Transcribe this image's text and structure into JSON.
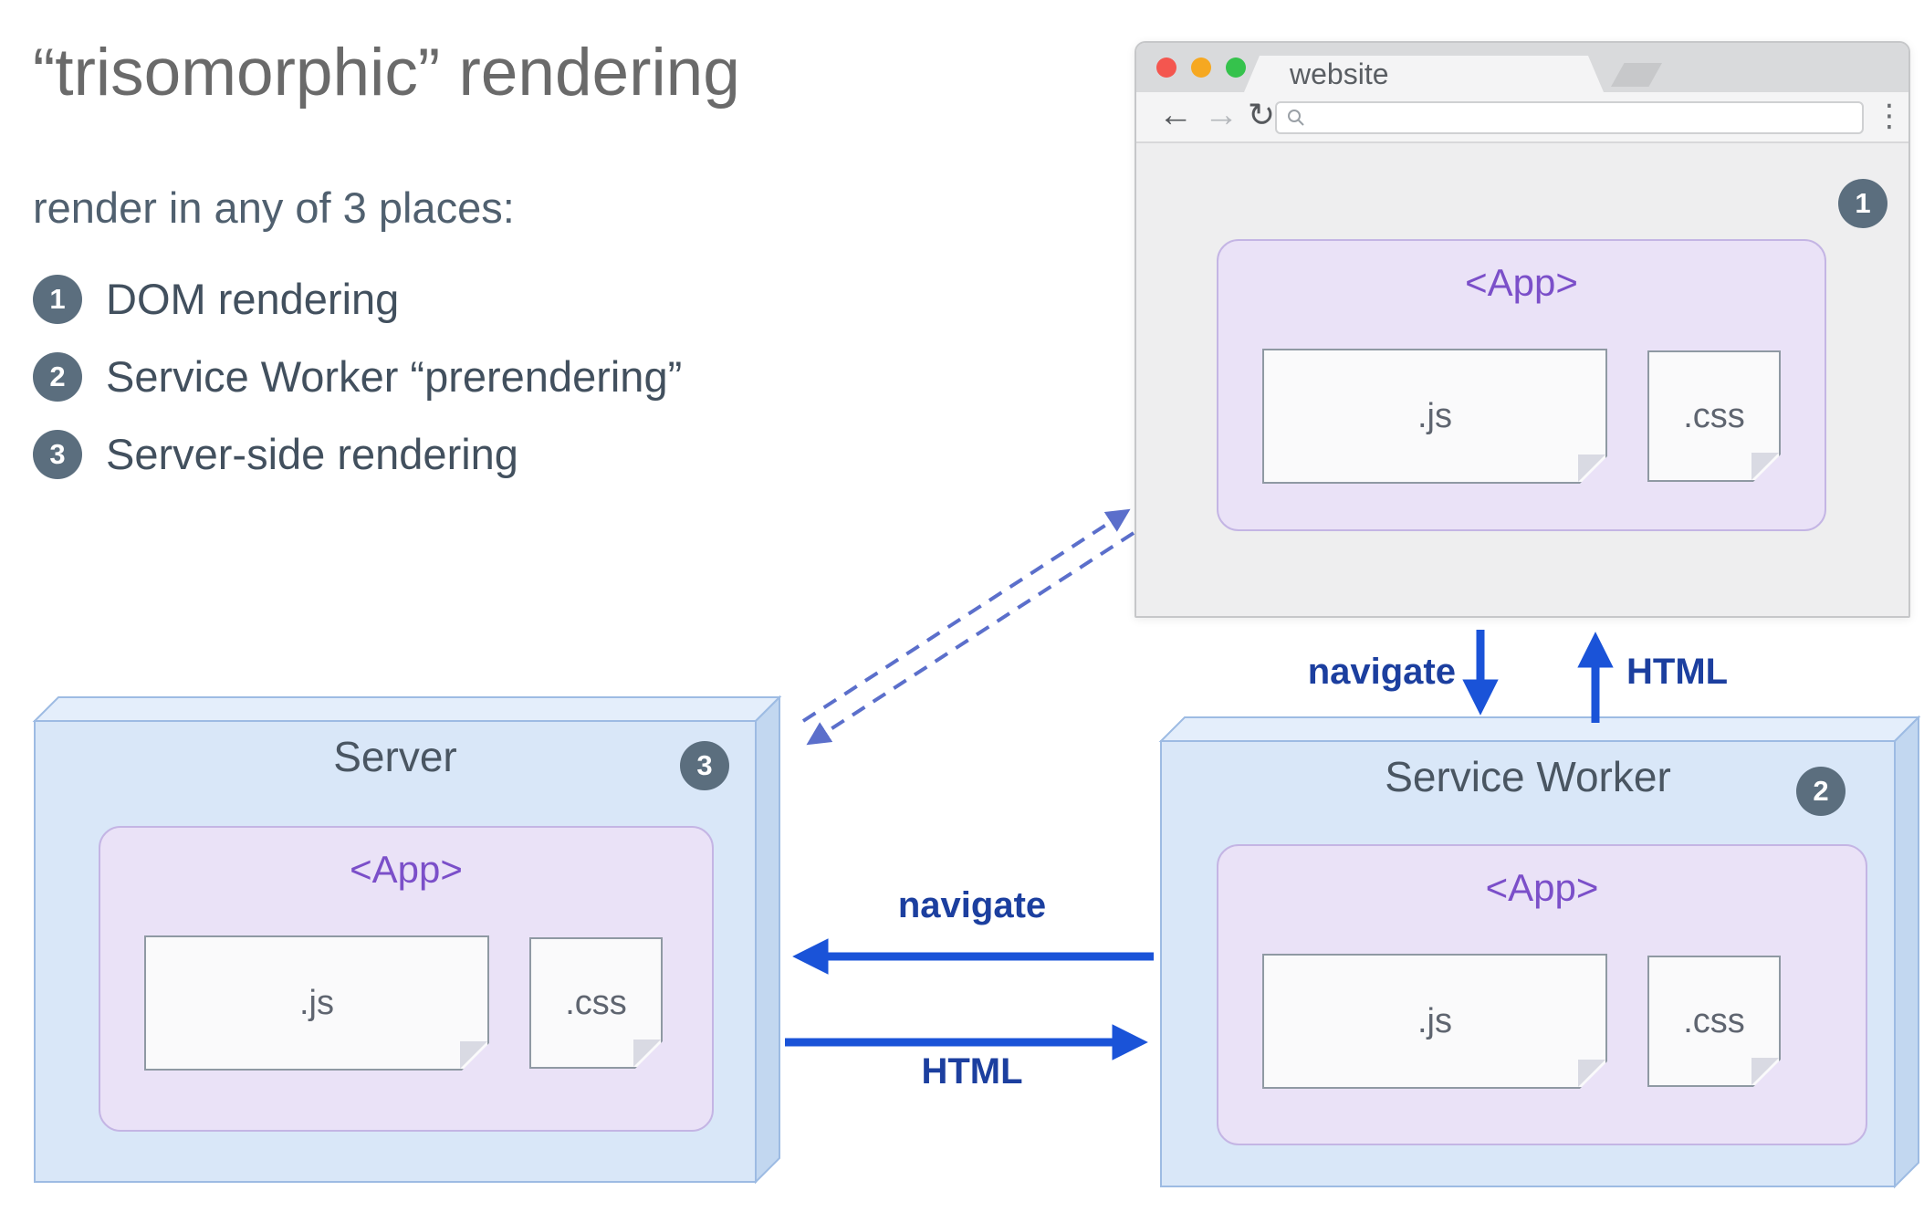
{
  "title": "“trisomorphic” rendering",
  "subtitle": "render in any of 3 places:",
  "legend": [
    {
      "num": "1",
      "label": "DOM rendering"
    },
    {
      "num": "2",
      "label": "Service Worker “prerendering”"
    },
    {
      "num": "3",
      "label": "Server-side rendering"
    }
  ],
  "browser": {
    "tab_title": "website",
    "badge": "1",
    "nav": {
      "back_glyph": "←",
      "forward_glyph": "→",
      "reload_glyph": "↻",
      "menu_glyph": "⋮"
    },
    "app": {
      "title": "<App>",
      "files": [
        ".js",
        ".css"
      ]
    }
  },
  "server": {
    "label": "Server",
    "badge": "3",
    "app": {
      "title": "<App>",
      "files": [
        ".js",
        ".css"
      ]
    }
  },
  "service_worker": {
    "label": "Service Worker",
    "badge": "2",
    "app": {
      "title": "<App>",
      "files": [
        ".js",
        ".css"
      ]
    }
  },
  "arrows": {
    "navigate_down": "navigate",
    "html_up": "HTML",
    "navigate_left": "navigate",
    "html_right": "HTML"
  },
  "colors": {
    "arrow_blue": "#1a53d8",
    "arrow_label_navy": "#1c3f9f",
    "dashed_blue": "#5b6fcb",
    "badge_bg": "#5b6e7e",
    "app_purple": "#7b4fc9",
    "app_panel_bg": "#eae2f7",
    "box_face_blue": "#d9e7f8",
    "box_top_blue": "#e4eefb",
    "box_side_blue": "#c2d7f0",
    "title_gray": "#6a6a6a",
    "text_slate": "#42505e"
  }
}
